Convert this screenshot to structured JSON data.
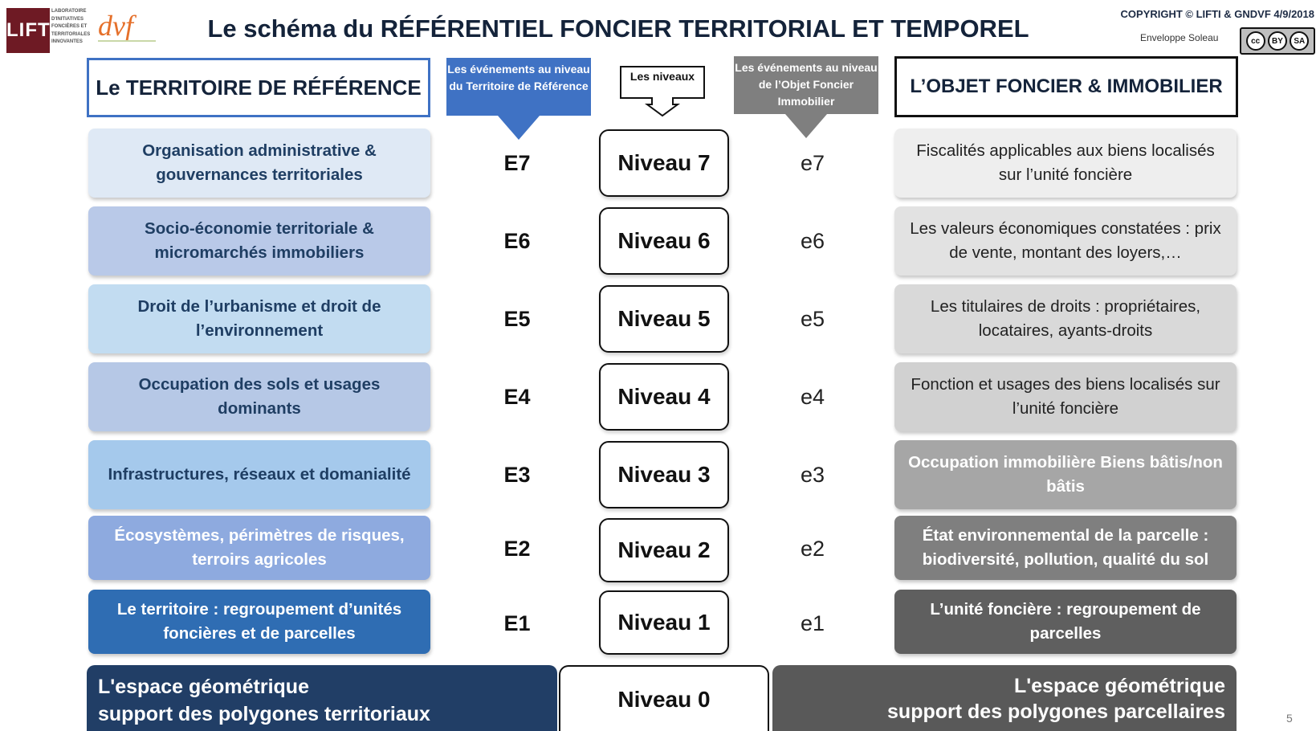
{
  "header": {
    "logo_lifti": "LIFTI",
    "lab_lines": [
      "LABORATOIRE",
      "D'INITIATIVES",
      "FONCIÈRES ET",
      "TERRITORIALES",
      "INNOVANTES"
    ],
    "logo_dvf": "dvf",
    "title": "Le schéma du RÉFÉRENTIEL FONCIER TERRITORIAL ET TEMPOREL",
    "copyright": "COPYRIGHT © LIFTI & GNDVF 4/9/2018",
    "soleau": "Enveloppe Soleau",
    "cc_badge": [
      "cc",
      "BY",
      "SA"
    ]
  },
  "columns": {
    "left_header": "Le TERRITOIRE DE RÉFÉRENCE",
    "right_header": "L’OBJET FONCIER & IMMOBILIER",
    "events_territory_callout": "Les événements au niveau du Territoire de Référence",
    "events_object_callout": "Les événements au niveau de l’Objet Foncier Immobilier",
    "levels_callout": "Les niveaux"
  },
  "rows": [
    {
      "territory": "Organisation administrative & gouvernances territoriales",
      "event_territory": "E7",
      "level": "Niveau 7",
      "event_object": "e7",
      "object": "Fiscalités applicables aux biens localisés sur l’unité foncière",
      "territory_color": "#dfe9f5",
      "territory_text": "#1f3e63",
      "object_color": "#eeeeee",
      "object_text": "#222222"
    },
    {
      "territory": "Socio-économie territoriale & micromarchés immobiliers",
      "event_territory": "E6",
      "level": "Niveau 6",
      "event_object": "e6",
      "object": "Les valeurs économiques constatées : prix de vente, montant des loyers,…",
      "territory_color": "#b9c9e8",
      "territory_text": "#1f3e63",
      "object_color": "#e2e2e2",
      "object_text": "#222222"
    },
    {
      "territory": "Droit de l’urbanisme et droit de l’environnement",
      "event_territory": "E5",
      "level": "Niveau 5",
      "event_object": "e5",
      "object": "Les titulaires de droits : propriétaires, locataires, ayants-droits",
      "territory_color": "#c2dcf1",
      "territory_text": "#1f3e63",
      "object_color": "#d9d9d9",
      "object_text": "#222222"
    },
    {
      "territory": "Occupation des sols et usages dominants",
      "event_territory": "E4",
      "level": "Niveau 4",
      "event_object": "e4",
      "object": "Fonction et usages des biens localisés sur l’unité foncière",
      "territory_color": "#b6c8e6",
      "territory_text": "#1f3e63",
      "object_color": "#d1d1d1",
      "object_text": "#222222"
    },
    {
      "territory": "Infrastructures, réseaux et domanialité",
      "event_territory": "E3",
      "level": "Niveau 3",
      "event_object": "e3",
      "object": "Occupation immobilière Biens bâtis/non bâtis",
      "territory_color": "#a5c9ec",
      "territory_text": "#1f3e63",
      "object_color": "#a6a6a6",
      "object_text": "#ffffff"
    },
    {
      "territory": "Écosystèmes, périmètres de risques, terroirs agricoles",
      "event_territory": "E2",
      "level": "Niveau 2",
      "event_object": "e2",
      "object": "État environnemental de la parcelle : biodiversité, pollution, qualité du sol",
      "territory_color": "#8eaadf",
      "territory_text": "#ffffff",
      "object_color": "#7f7f7f",
      "object_text": "#ffffff"
    },
    {
      "territory": "Le territoire : regroupement d’unités foncières et de parcelles",
      "event_territory": "E1",
      "level": "Niveau 1",
      "event_object": "e1",
      "object": "L’unité foncière : regroupement de parcelles",
      "territory_color": "#2f6db3",
      "territory_text": "#ffffff",
      "object_color": "#5f5f5f",
      "object_text": "#ffffff"
    }
  ],
  "bottom": {
    "left_line1": "L'espace géométrique",
    "left_line2": "support des polygones territoriaux",
    "level0": "Niveau 0",
    "right_line1": "L'espace géométrique",
    "right_line2": "support des polygones parcellaires"
  },
  "page_number": "5"
}
